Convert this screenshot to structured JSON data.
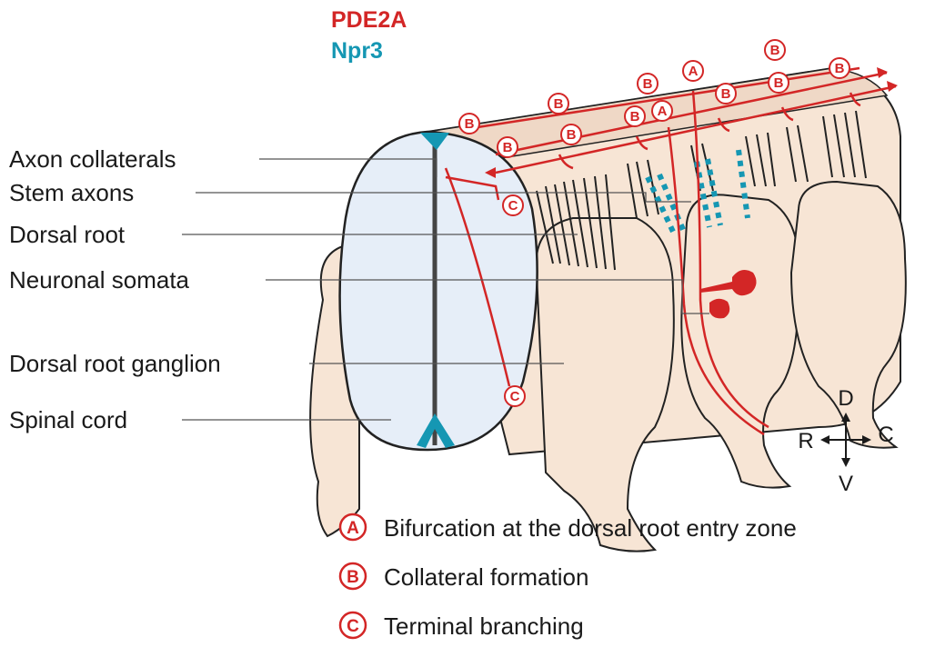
{
  "legend": {
    "pde2a": "PDE2A",
    "npr3": "Npr3",
    "pde2a_color": "#d32626",
    "npr3_color": "#1597b3"
  },
  "labels": {
    "axon_collaterals": "Axon collaterals",
    "stem_axons": "Stem axons",
    "dorsal_root": "Dorsal root",
    "neuronal_somata": "Neuronal somata",
    "dorsal_root_ganglion": "Dorsal root ganglion",
    "spinal_cord": "Spinal cord"
  },
  "markers": {
    "a": "A",
    "b": "B",
    "c": "C"
  },
  "orientation": {
    "dorsal": "D",
    "ventral": "V",
    "rostral": "R",
    "caudal": "C"
  },
  "key": [
    {
      "marker": "A",
      "text": "Bifurcation at the dorsal root entry zone"
    },
    {
      "marker": "B",
      "text": "Collateral formation"
    },
    {
      "marker": "C",
      "text": "Terminal branching"
    }
  ]
}
